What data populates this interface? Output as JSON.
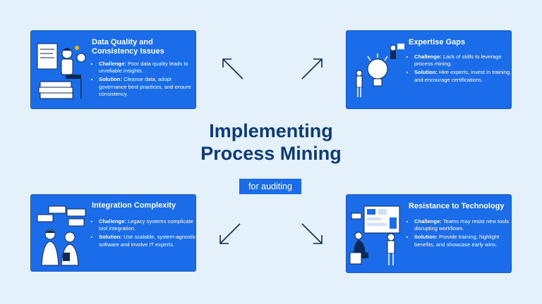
{
  "title_line1": "Implementing",
  "title_line2": "Process Mining",
  "subtitle": "for auditing",
  "cards": [
    {
      "title_l1": "Data Quality and",
      "title_l2": "Consistency Issues",
      "challenge_label": "Challenge:",
      "challenge": "Poor data quality leads to unreliable insights.",
      "solution_label": "Solution:",
      "solution": "Cleanse data, adopt governance best practices, and ensure consistency."
    },
    {
      "title_l1": "Expertise Gaps",
      "challenge_label": "Challenge:",
      "challenge": "Lack of skills to leverage process mining.",
      "solution_label": "Solution:",
      "solution": "Hire experts, invest in training, and encourage certifications."
    },
    {
      "title_l1": "Integration Complexity",
      "challenge_label": "Challenge:",
      "challenge": "Legacy systems complicate tool integration.",
      "solution_label": "Solution:",
      "solution": "Use scalable, system-agnostic software and involve IT experts."
    },
    {
      "title_l1": "Resistance to Technology",
      "challenge_label": "Challenge:",
      "challenge": "Teams may resist new tools disrupting workflows.",
      "solution_label": "Solution:",
      "solution": "Provide training, highlight benefits, and showcase early wins."
    }
  ],
  "colors": {
    "card": "#1a6ce8",
    "background": "#e4f1fb",
    "title": "#0d3b78"
  }
}
